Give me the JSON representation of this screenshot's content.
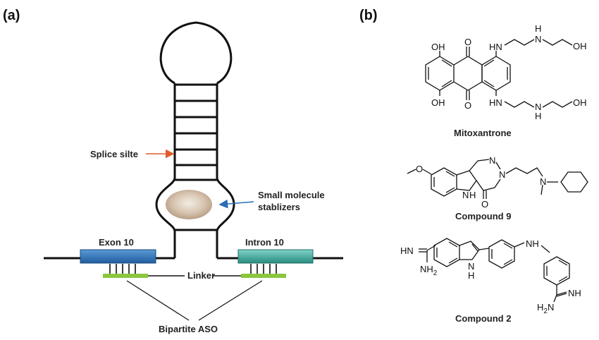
{
  "panel_a": {
    "label": "(a)",
    "splice_site": "Splice silte",
    "small_molecule": [
      "Small molecule",
      "stablizers"
    ],
    "exon": "Exon 10",
    "intron": "Intron 10",
    "linker": "Linker",
    "aso": "Bipartite ASO"
  },
  "panel_b": {
    "label": "(b)",
    "compounds": [
      {
        "name": "Mitoxantrone",
        "atoms": {
          "oh_top": "OH",
          "oh_bottom": "OH",
          "o_top": "O",
          "o_bottom": "O",
          "hn_top": "HN",
          "hn_bottom": "HN",
          "h_top": "H",
          "n_top": "N",
          "h_bottom": "H",
          "n_bottom": "N",
          "oh_end_top": "OH",
          "oh_end_bottom": "OH"
        }
      },
      {
        "name": "Compound 9",
        "atoms": {
          "o_methoxy": "O",
          "n_ring_top": "N",
          "n_ring_right": "N",
          "n_indole": "N",
          "h_indole": "H",
          "o_carbonyl": "O",
          "n_amine": "N"
        }
      },
      {
        "name": "Compound 2",
        "atoms": {
          "hn_left": "HN",
          "nh2_left": "NH",
          "nh2_left_sub": "2",
          "n_indole": "N",
          "h_indole": "H",
          "nh_bridge": "NH",
          "nh_right": "NH",
          "h2n_right": "H",
          "h2n_right_sub": "2",
          "h2n_right_n": "N"
        }
      }
    ]
  },
  "colors": {
    "exon": "#2f6fb3",
    "intron": "#3aa89c",
    "linker": "#8cc63f",
    "splice_arrow": "#e05a2a",
    "stabilizer_arrow": "#2a6db5",
    "stabilizer": "#cdb8a0"
  }
}
